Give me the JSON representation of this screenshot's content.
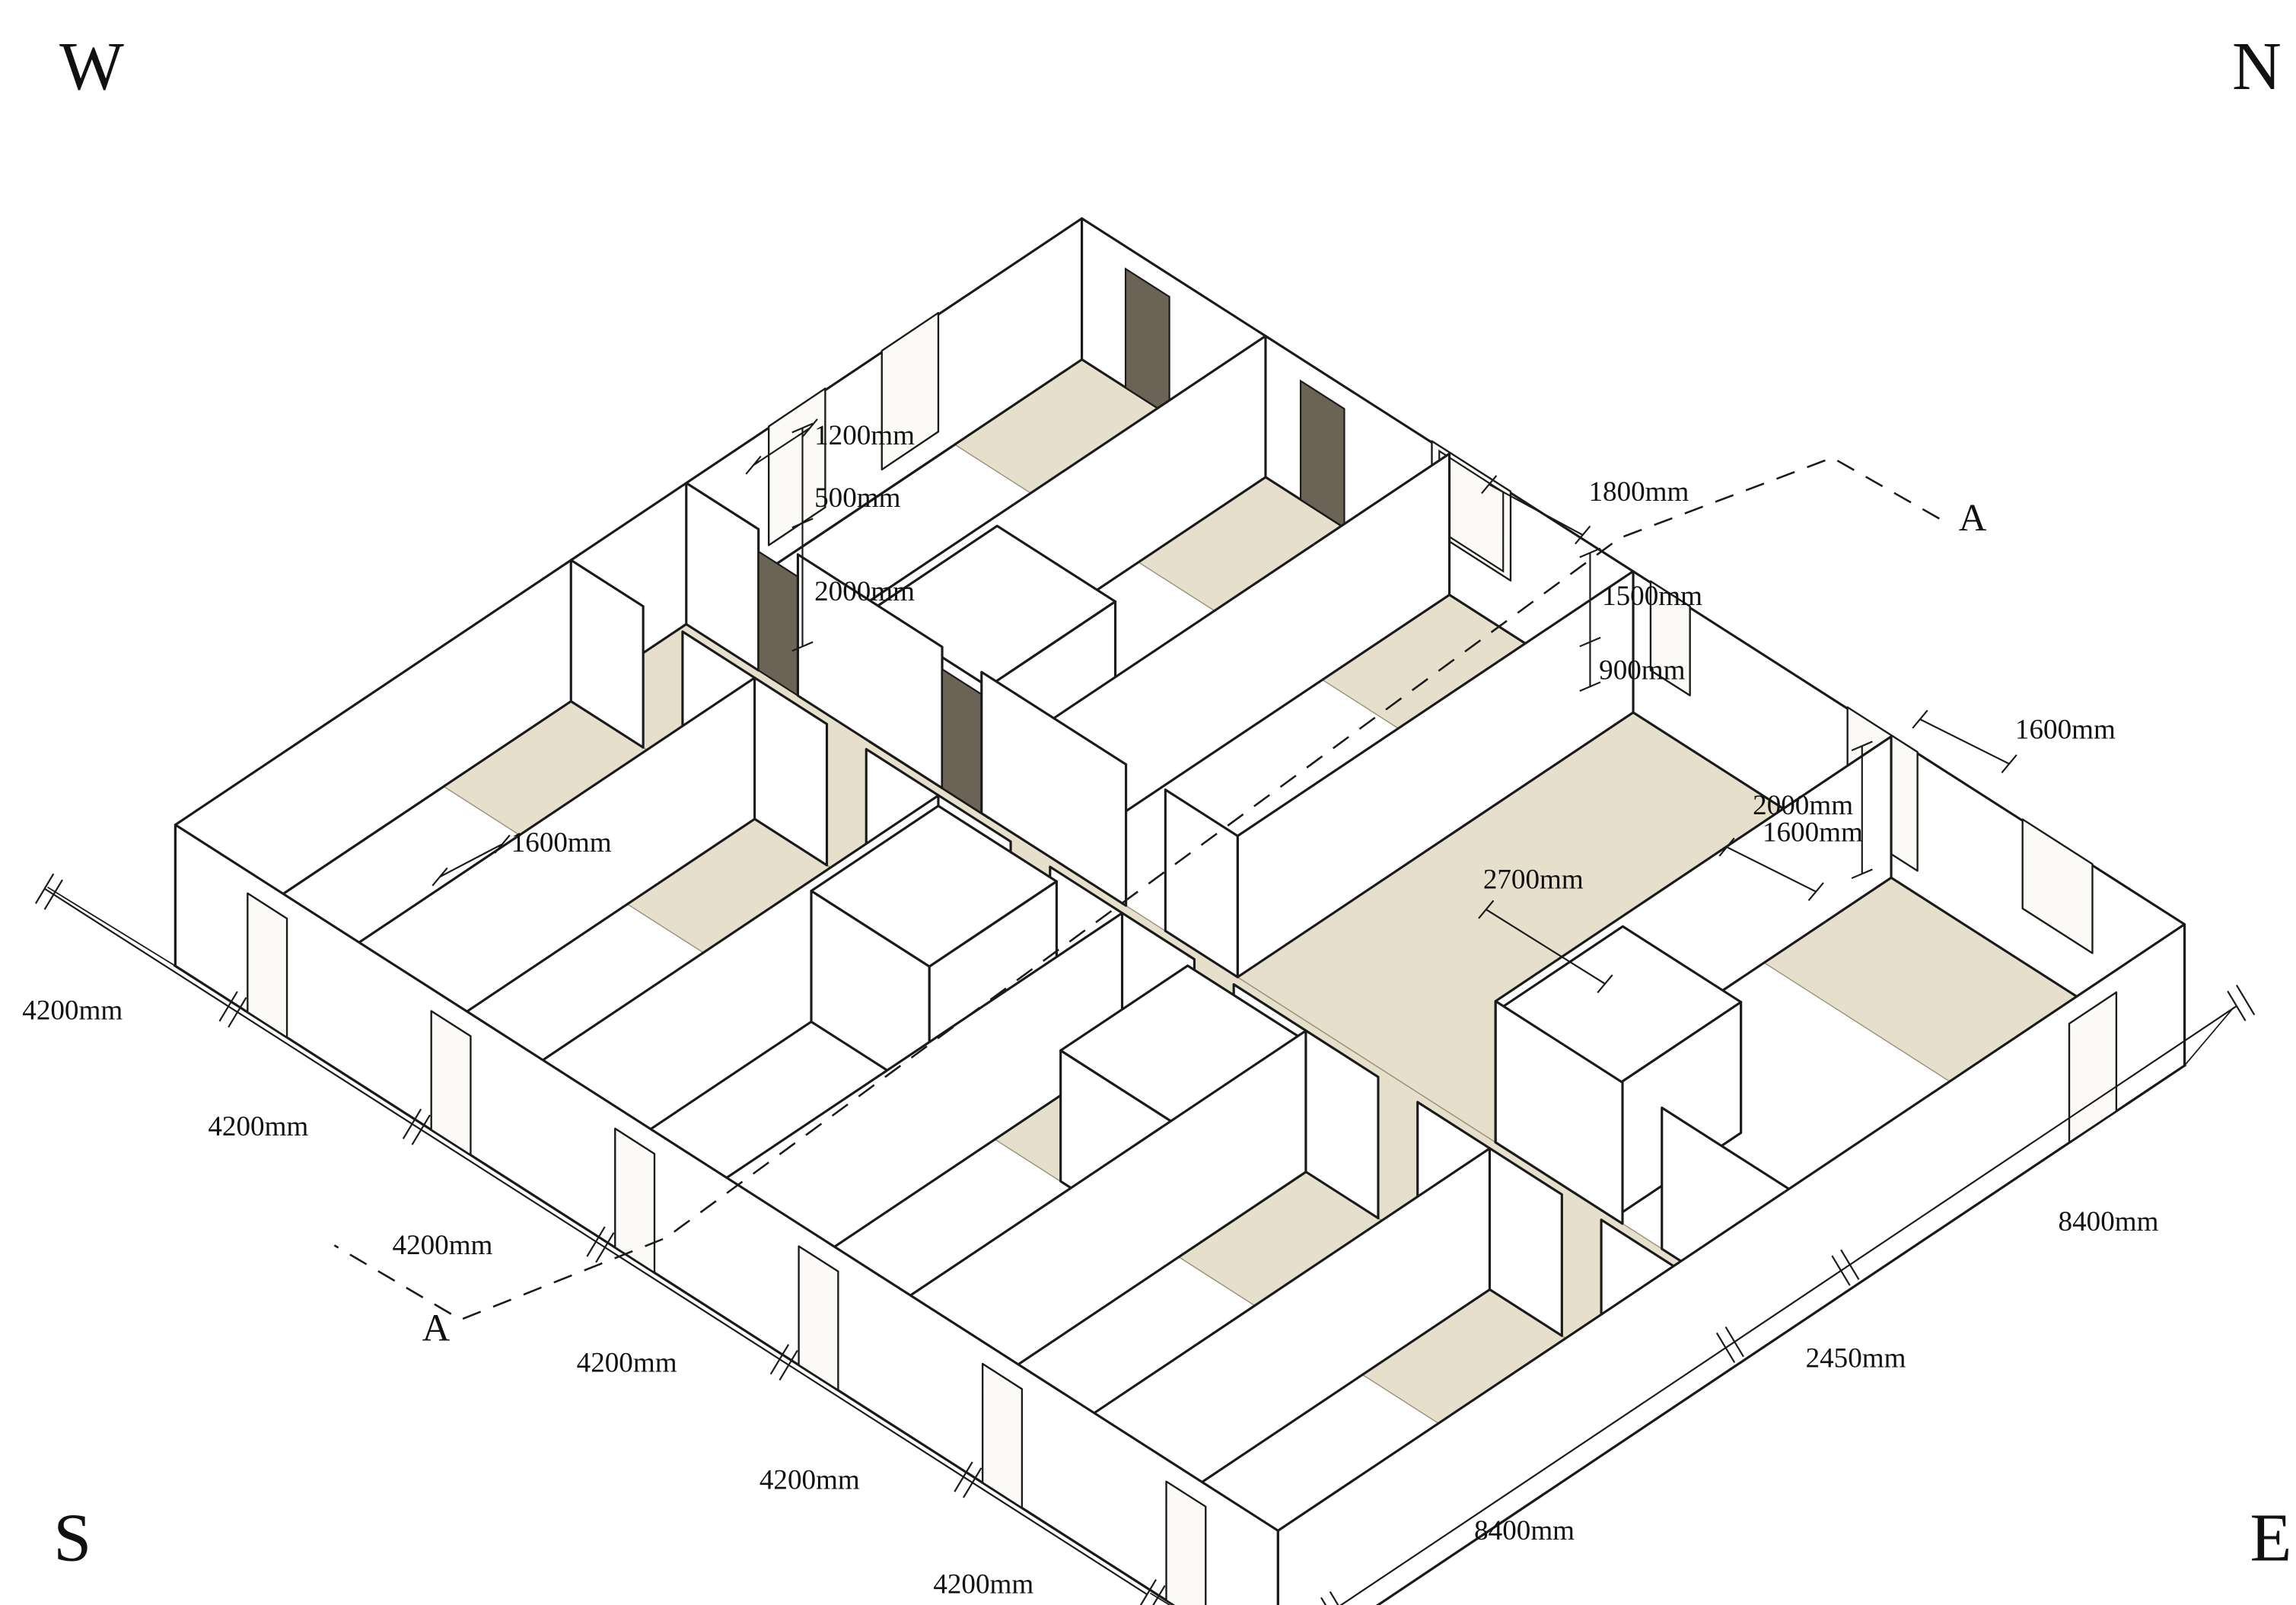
{
  "compass": {
    "top_left": "W",
    "top_right": "N",
    "bottom_left": "S",
    "bottom_right": "E"
  },
  "section": {
    "label_top": "A",
    "label_bottom": "A"
  },
  "dimensions": {
    "sw_bays": [
      "4200mm",
      "4200mm",
      "4200mm",
      "4200mm",
      "4200mm",
      "4200mm"
    ],
    "se_side": [
      "8400mm",
      "2450mm",
      "8400mm"
    ],
    "nw_window": {
      "width": "1200mm",
      "head": "500mm",
      "height": "2000mm"
    },
    "w_door_width": "1600mm",
    "ne_window_1": {
      "width": "1800mm",
      "height": "1500mm",
      "sill": "900mm"
    },
    "ne_window_3": {
      "width": "1600mm",
      "height": "2000mm"
    },
    "ne_window_4_width": "1600mm",
    "pod_width": "2700mm"
  },
  "colors": {
    "floor_beige": "#e6dfcb",
    "wall_white": "#ffffff",
    "line": "#1a1a1a",
    "door_dark": "#6b6355",
    "background": "#ffffff"
  }
}
